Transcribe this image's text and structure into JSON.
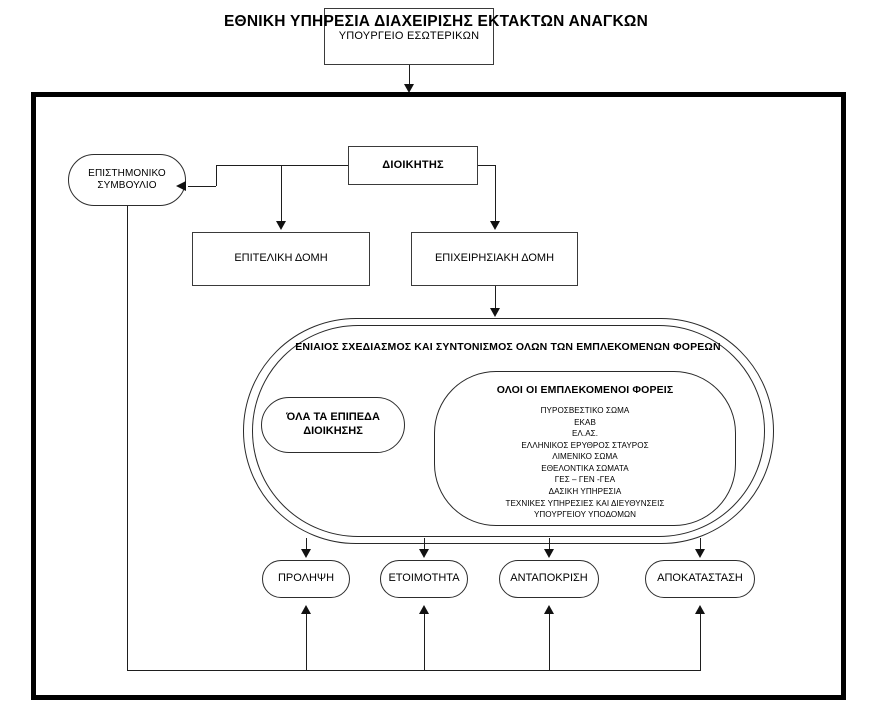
{
  "diagram": {
    "title": "ΕΘΝΙΚΗ ΥΠΗΡΕΣΙΑ ΔΙΑΧΕΙΡΙΣΗΣ ΕΚΤΑΚΤΩΝ ΑΝΑΓΚΩΝ",
    "ministry": "ΥΠΟΥΡΓΕΙΟ ΕΣΩΤΕΡΙΚΩΝ",
    "council": "ΕΠΙΣΤΗΜΟΝΙΚΟ ΣΥΜΒΟΥΛΙΟ",
    "commander": "ΔΙΟΙΚΗΤΗΣ",
    "structures": [
      {
        "label": "ΕΠΙΤΕΛΙΚΗ ΔΟΜΗ"
      },
      {
        "label": "ΕΠΙΧΕΙΡΗΣΙΑΚΗ ΔΟΜΗ"
      }
    ],
    "planning": {
      "title": "ΕΝΙΑΙΟΣ ΣΧΕΔΙΑΣΜΟΣ ΚΑΙ ΣΥΝΤΟΝΙΣΜΟΣ ΟΛΩΝ ΤΩΝ ΕΜΠΛΕΚΟΜΕΝΩΝ ΦΟΡΕΩΝ",
      "levels": "ΌΛΑ ΤΑ ΕΠΙΠΕΔΑ ΔΙΟΙΚΗΣΗΣ",
      "agencies_title": "ΟΛΟΙ ΟΙ ΕΜΠΛΕΚΟΜΕΝΟΙ ΦΟΡΕΙΣ",
      "agencies": [
        "ΠΥΡΟΣΒΕΣΤΙΚΟ ΣΩΜΑ",
        "ΕΚΑΒ",
        "ΕΛ.ΑΣ.",
        "ΕΛΛΗΝΙΚΟΣ ΕΡΥΘΡΟΣ ΣΤΑΥΡΟΣ",
        "ΛΙΜΕΝΙΚΟ ΣΩΜΑ",
        "ΕΘΕΛΟΝΤΙΚΑ ΣΩΜΑΤΑ",
        "ΓΕΣ – ΓΕΝ -ΓΕΑ",
        "ΔΑΣΙΚΗ ΥΠΗΡΕΣΙΑ",
        "ΤΕΧΝΙΚΕΣ ΥΠΗΡΕΣΙΕΣ ΚΑΙ ΔΙΕΥΘΥΝΣΕΙΣ",
        "ΥΠΟΥΡΓΕΙΟΥ ΥΠΟΔΟΜΩΝ"
      ]
    },
    "phases": [
      {
        "label": "ΠΡΟΛΗΨΗ"
      },
      {
        "label": "ΕΤΟΙΜΟΤΗΤΑ"
      },
      {
        "label": "ΑΝΤΑΠΟΚΡΙΣΗ"
      },
      {
        "label": "ΑΠΟΚΑΤΑΣΤΑΣΗ"
      }
    ],
    "colors": {
      "frame": "#000000",
      "line": "#1e1e1e",
      "node_border": "#2d2d2d",
      "background": "#ffffff"
    }
  }
}
